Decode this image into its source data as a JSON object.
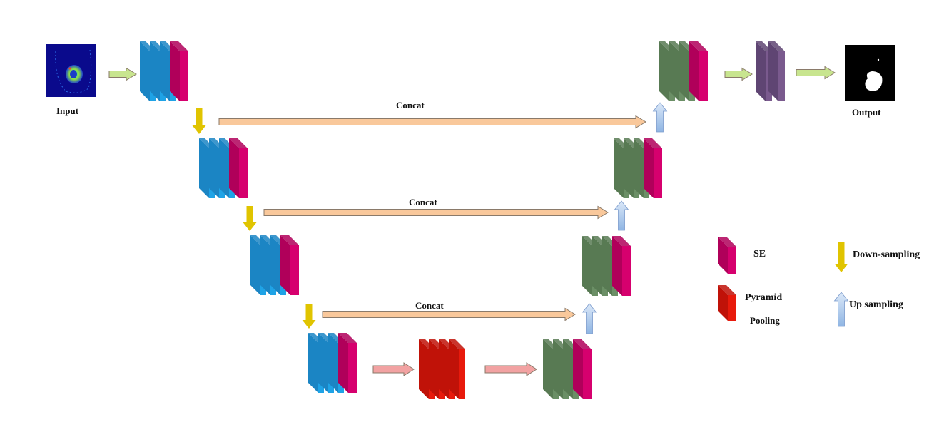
{
  "diagram": {
    "type": "U-Net architecture with SE and Pyramid Pooling",
    "input_label": "Input",
    "output_label": "Output",
    "concat_labels": [
      "Concat",
      "Concat",
      "Concat"
    ],
    "legend": {
      "se": "SE",
      "pyramid_line1": "Pyramid",
      "pyramid_line2": "Pooling",
      "down": "Down-sampling",
      "up": "Up sampling"
    },
    "colors": {
      "encoder_front": "#1fa3e6",
      "encoder_side": "#1b85c4",
      "se_front": "#d6006e",
      "se_side": "#b0005a",
      "decoder_front": "#6b8f66",
      "decoder_side": "#587a53",
      "pyramid_front": "#e81a0c",
      "pyramid_side": "#c01208",
      "final_front": "#7a5a8e",
      "final_side": "#5f4573",
      "concat_arrow": "#f9c89b",
      "flow_arrow_green": "#c8e58f",
      "bottleneck_arrow": "#f2a2a2",
      "down_arrow": "#e0c400",
      "up_arrow": "#a9c7ec",
      "input_bg": "#0a0a8c",
      "output_bg": "#000000"
    }
  }
}
